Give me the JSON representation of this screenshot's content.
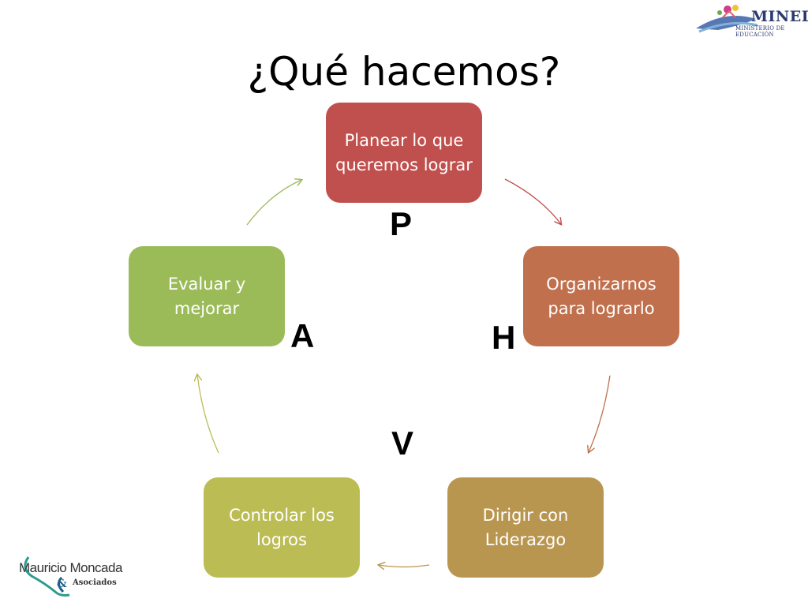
{
  "title": "¿Qué hacemos?",
  "nodes": {
    "planear": {
      "text": "Planear lo que queremos lograr",
      "color": "#c0504d"
    },
    "organizarnos": {
      "text": "Organizarnos para lograrlo",
      "color": "#c0704d"
    },
    "dirigir": {
      "text": "Dirigir con Liderazgo",
      "color": "#b99650"
    },
    "controlar": {
      "text": "Controlar los logros",
      "color": "#bcbc55"
    },
    "evaluar": {
      "text": "Evaluar y mejorar",
      "color": "#9bbb59"
    }
  },
  "letters": {
    "p": "P",
    "h": "H",
    "v": "V",
    "a": "A"
  },
  "logos": {
    "mined": {
      "word": "MINED",
      "sub": "MINISTERIO DE EDUCACIÓN"
    },
    "mauricio": {
      "name": "Mauricio Moncada",
      "sub": "Asociados"
    }
  }
}
